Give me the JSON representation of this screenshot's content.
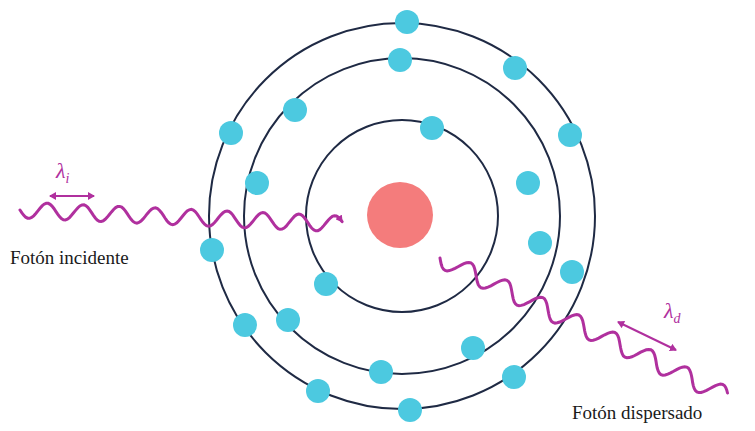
{
  "diagram": {
    "labels": [
      "λi",
      "Fotón incidente",
      "λd",
      "Fotón dispersado"
    ]
  }
}
